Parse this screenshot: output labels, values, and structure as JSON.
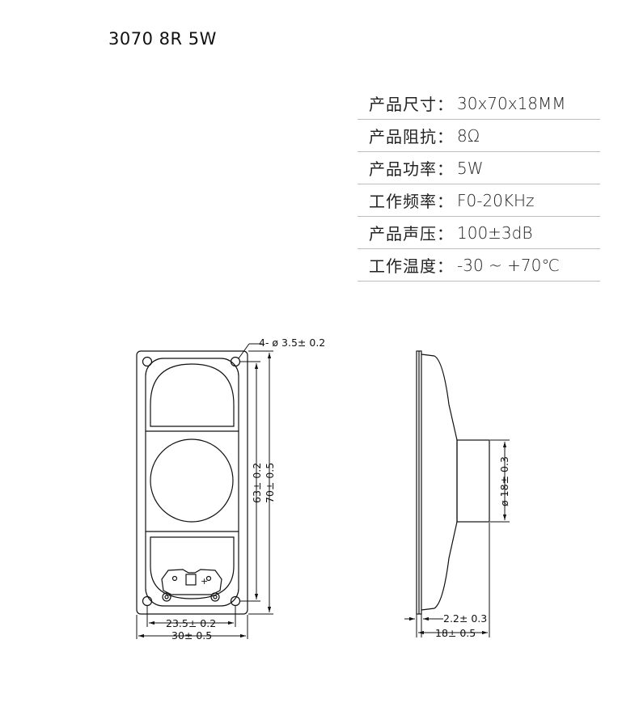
{
  "title": "3070 8R 5W",
  "specs": [
    {
      "label": "产品尺寸：",
      "value": "30x70x18MM"
    },
    {
      "label": "产品阻抗：",
      "value": "8Ω"
    },
    {
      "label": "产品功率：",
      "value": "5W"
    },
    {
      "label": "工作频率：",
      "value": "F0-20KHz"
    },
    {
      "label": "产品声压：",
      "value": "100±3dB"
    },
    {
      "label": "工作温度：",
      "value": "-30 ~ +70℃"
    }
  ],
  "front_view": {
    "hole_note": "4- ø 3.5± 0.2",
    "dim_63": "63± 0.2",
    "dim_70": "70± 0.5",
    "dim_23_5": "23.5± 0.2",
    "dim_30": "30± 0.5",
    "plus_mark": "+"
  },
  "side_view": {
    "dim_18_dia": "ø 18± 0.3",
    "dim_2_2": "2.2± 0.3",
    "dim_18": "18± 0.5"
  }
}
